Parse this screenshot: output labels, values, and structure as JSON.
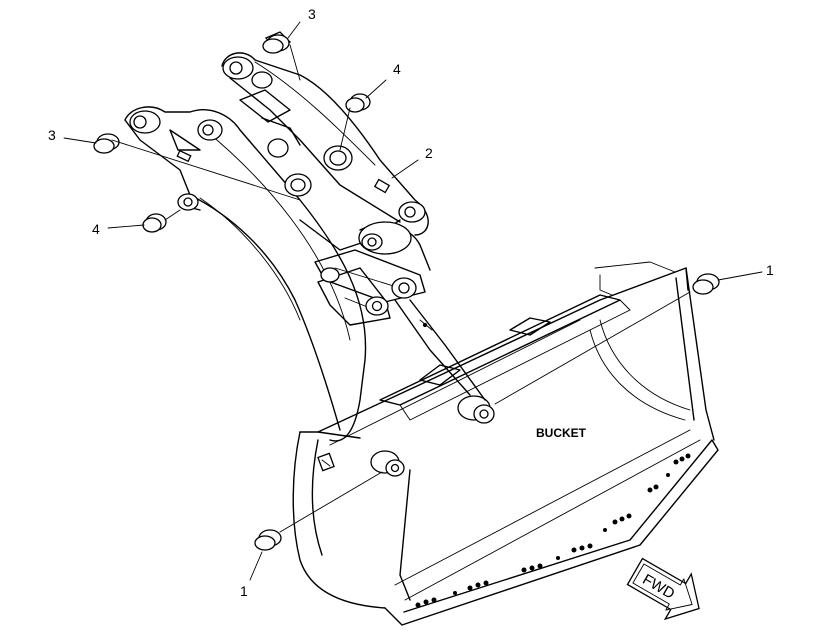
{
  "callouts": {
    "pin_right": "1",
    "pin_left": "1",
    "upper_link_label": "2",
    "top_bushing": "3",
    "left_bushing": "3",
    "upper_spacer": "4",
    "left_spacer": "4"
  },
  "labels": {
    "bucket": "BUCKET",
    "forward": "FWD"
  }
}
